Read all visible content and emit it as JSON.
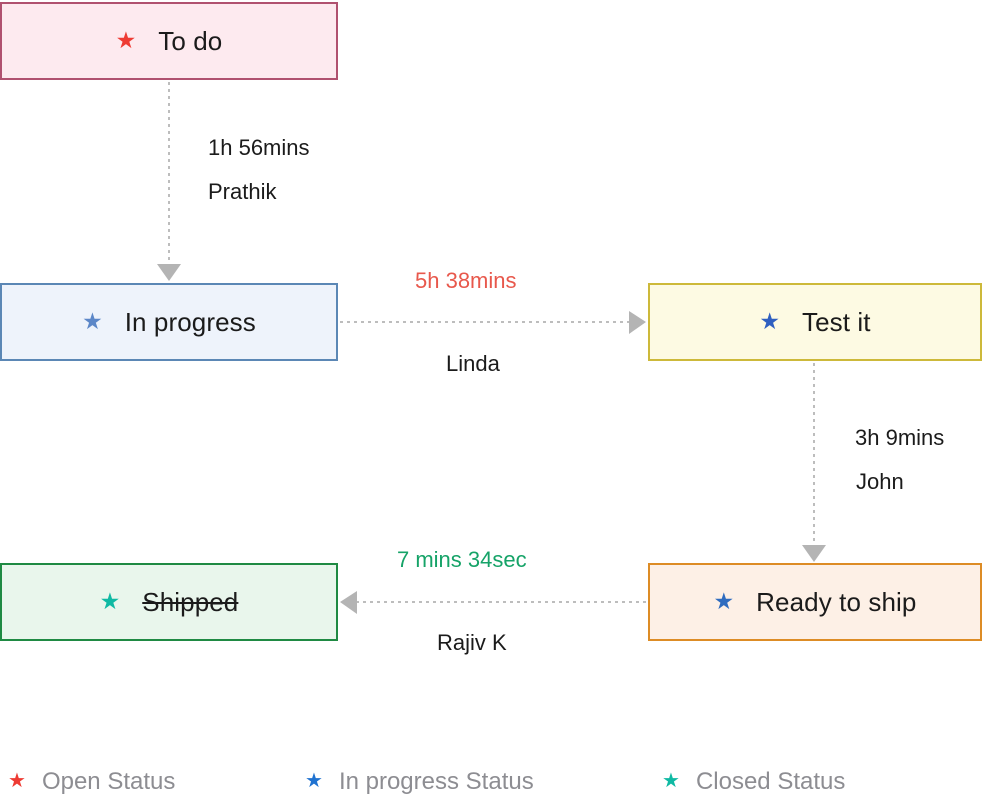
{
  "diagram": {
    "type": "workflow-status-flow",
    "background": "#ffffff",
    "nodes": [
      {
        "id": "todo",
        "label": "To do",
        "star_icon": "star-icon",
        "star_color": "#ee3b33",
        "fill": "#fdeaef",
        "border": "#b0516f",
        "strikethrough": false,
        "status_class": "Open Status"
      },
      {
        "id": "inprogress",
        "label": "In progress",
        "star_icon": "star-icon",
        "star_color": "#5c87c8",
        "fill": "#eef3fb",
        "border": "#5b87b5",
        "strikethrough": false,
        "status_class": "In progress Status"
      },
      {
        "id": "testit",
        "label": "Test it",
        "star_icon": "star-icon",
        "star_color": "#2f5fc0",
        "fill": "#fdfae3",
        "border": "#cdb93a",
        "strikethrough": false,
        "status_class": "In progress Status"
      },
      {
        "id": "readytoship",
        "label": "Ready to ship",
        "star_icon": "star-icon",
        "star_color": "#2f6cbf",
        "fill": "#fdf0e6",
        "border": "#dd8c25",
        "strikethrough": false,
        "status_class": "In progress Status"
      },
      {
        "id": "shipped",
        "label": "Shipped",
        "star_icon": "star-icon",
        "star_color": "#0fb9a3",
        "fill": "#e9f6ec",
        "border": "#1f8a43",
        "strikethrough": true,
        "status_class": "Closed Status"
      }
    ],
    "edges": [
      {
        "id": "todo-to-inprogress",
        "from": "todo",
        "to": "inprogress",
        "direction": "down",
        "duration": "1h 56mins",
        "duration_color": "#1b1b1b",
        "user": "Prathik"
      },
      {
        "id": "inprogress-to-testit",
        "from": "inprogress",
        "to": "testit",
        "direction": "right",
        "duration": "5h 38mins",
        "duration_color": "#e8584c",
        "user": "Linda"
      },
      {
        "id": "testit-to-readytoship",
        "from": "testit",
        "to": "readytoship",
        "direction": "down",
        "duration": "3h 9mins",
        "duration_color": "#1b1b1b",
        "user": "John"
      },
      {
        "id": "readytoship-to-shipped",
        "from": "readytoship",
        "to": "shipped",
        "direction": "left",
        "duration": "7 mins 34sec",
        "duration_color": "#16a368",
        "user": "Rajiv K"
      }
    ],
    "connector_style": {
      "line": "dashed",
      "line_color": "#bdbdbd",
      "arrowhead_color": "#b4b4b4"
    }
  },
  "legend": {
    "items": [
      {
        "label": "Open Status",
        "star_icon": "star-icon",
        "color": "#ee3b33"
      },
      {
        "label": "In progress Status",
        "star_icon": "star-icon",
        "color": "#1f72d0"
      },
      {
        "label": "Closed Status",
        "star_icon": "star-icon",
        "color": "#0fb9a3"
      }
    ]
  }
}
